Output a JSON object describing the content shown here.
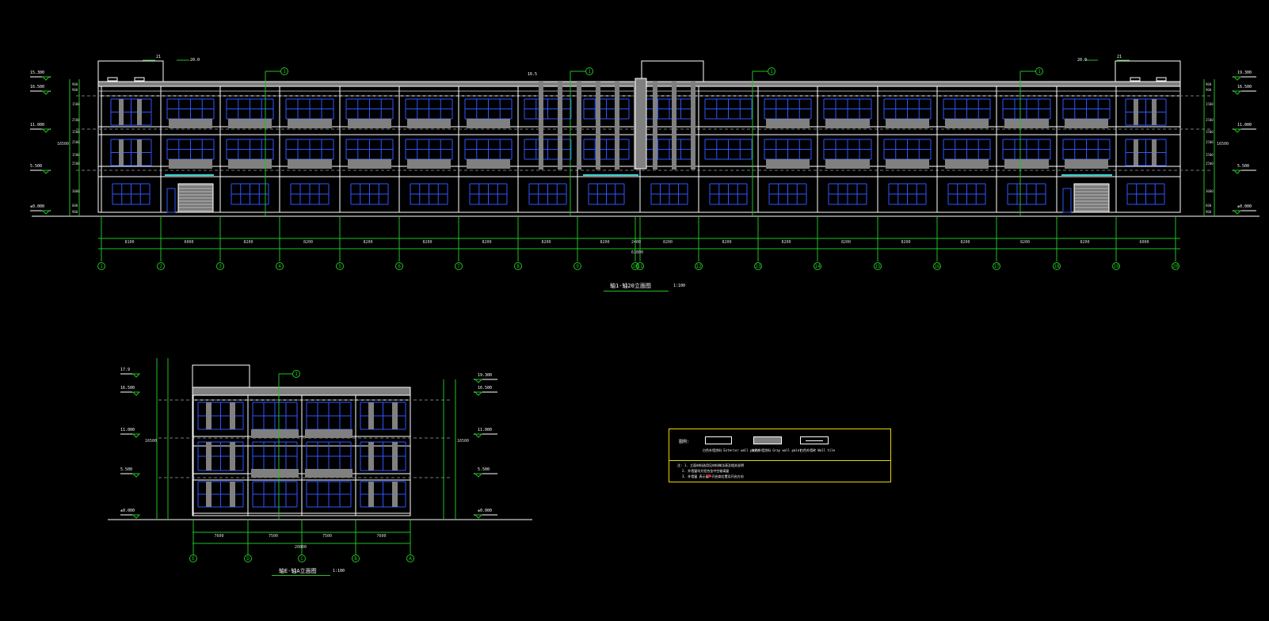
{
  "colors": {
    "background": "#000000",
    "outline": "#ffffff",
    "window": "#2f56ff",
    "panel": "#808080",
    "axis": "#22c022",
    "accent": "#3bd3d3",
    "legend_border": "#e6d800",
    "red": "#e02020"
  },
  "front_elevation": {
    "axis_labels": [
      "1",
      "2",
      "3",
      "4",
      "5",
      "6",
      "7",
      "8",
      "9",
      "10",
      "11",
      "12",
      "13",
      "14",
      "15",
      "16",
      "17",
      "18",
      "19",
      "20"
    ],
    "spans": [
      "8100",
      "6000",
      "8200",
      "8200",
      "8200",
      "8200",
      "8200",
      "8200",
      "8200",
      "2400",
      "8200",
      "8200",
      "8200",
      "8200",
      "8200",
      "8200",
      "8200",
      "8200",
      "6000"
    ],
    "total": "61800",
    "elev_left": [
      "15.300",
      "16.500",
      "11.000",
      "5.500",
      "±0.000"
    ],
    "elev_right": [
      "19.300",
      "16.500",
      "11.000",
      "5.500",
      "±0.000"
    ],
    "levels_left": [
      "900",
      "900",
      "1500",
      "2500",
      "1500",
      "2500",
      "1500",
      "2500",
      "3000",
      "600",
      "900"
    ],
    "total_height": "16500",
    "title": "轴1-轴20立面图",
    "scale": "1:100"
  },
  "side_elevation": {
    "axis_labels": [
      "E",
      "D",
      "C",
      "B",
      "A"
    ],
    "spans": [
      "7600",
      "7500",
      "7500",
      "7600"
    ],
    "total": "20800",
    "elev_left": [
      "17.9",
      "16.500",
      "11.000",
      "5.500",
      "±0.000"
    ],
    "elev_right": [
      "19.300",
      "16.500",
      "11.000",
      "5.500",
      "±0.000"
    ],
    "total_height": "16500",
    "title": "轴E-轴A立面图",
    "scale": "1:100"
  },
  "legend": {
    "heading": "图例:",
    "items": [
      {
        "label": "白色外墙涂料 Exterior wall paint"
      },
      {
        "label": "灰色外墙涂料 Gray wall paint"
      },
      {
        "label": "白色外墙砖 Wall tile"
      }
    ],
    "notes": [
      "注: 1. 立面材料选用见材料做法表及相关说明",
      "2. 外墙窗均为铝合金中空玻璃窗",
      "3. 外墙窗       表示窗户开启扇位置及开启方向"
    ]
  }
}
